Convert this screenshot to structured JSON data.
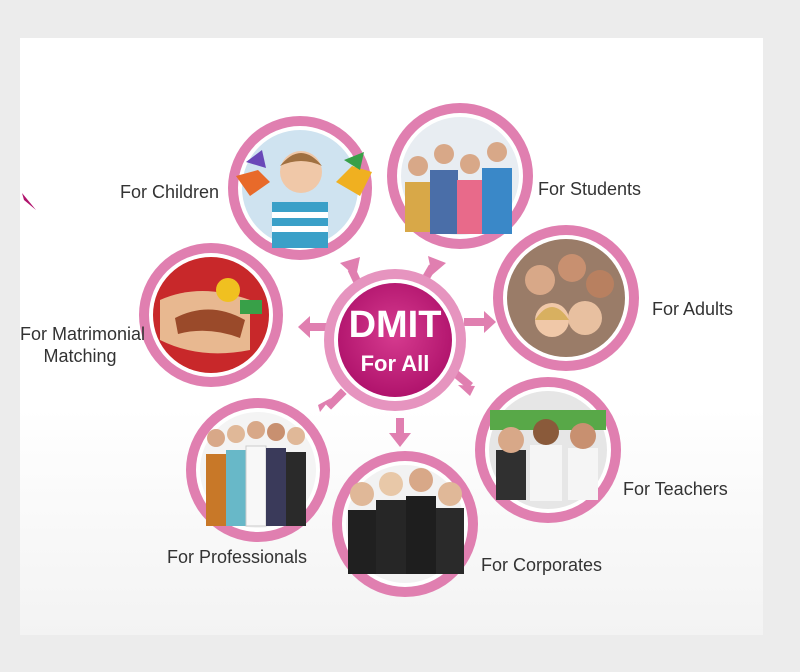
{
  "center": {
    "title": "DMIT",
    "subtitle": "For All"
  },
  "nodes": [
    {
      "id": "children",
      "label": "For Children"
    },
    {
      "id": "students",
      "label": "For Students"
    },
    {
      "id": "adults",
      "label": "For Adults"
    },
    {
      "id": "teachers",
      "label": "For Teachers"
    },
    {
      "id": "corporates",
      "label": "For Corporates"
    },
    {
      "id": "professionals",
      "label": "For Professionals"
    },
    {
      "id": "matrimonial",
      "label": "For Matrimonial Matching",
      "lines": [
        "For Matrimonial",
        "Matching"
      ]
    }
  ],
  "colors": {
    "accent": "#d8509a",
    "ring": "#e07fb0",
    "center_fill": "#c9207f",
    "center_ring": "#e694bf"
  }
}
